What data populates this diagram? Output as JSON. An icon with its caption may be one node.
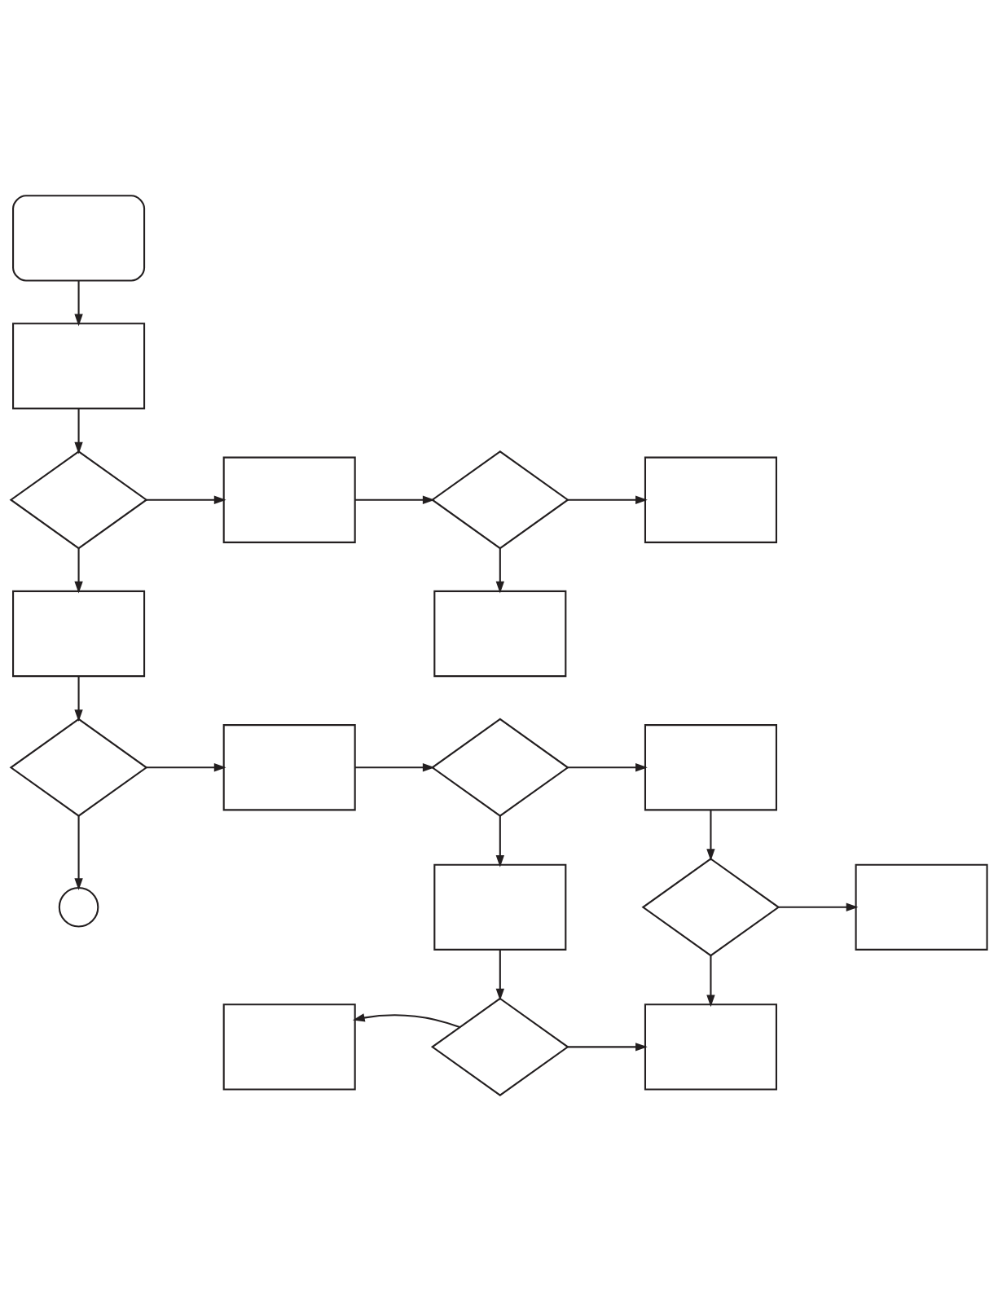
{
  "diagram": {
    "nodes": [
      {
        "text": [],
        "shape": "rounded"
      },
      {
        "text": [],
        "shape": "box"
      },
      {
        "text": [],
        "shape": "diamond"
      },
      {
        "text": [],
        "shape": "box"
      },
      {
        "text": [],
        "shape": "diamond"
      },
      {
        "text": [],
        "shape": "box"
      },
      {
        "text": [],
        "shape": "box"
      },
      {
        "text": [],
        "shape": "box"
      },
      {
        "text": [],
        "shape": "diamond"
      },
      {
        "text": [],
        "shape": "box"
      },
      {
        "text": [],
        "shape": "diamond"
      },
      {
        "text": [],
        "shape": "box"
      },
      {
        "text": [],
        "shape": "circle"
      },
      {
        "text": [],
        "shape": "box"
      },
      {
        "text": [],
        "shape": "diamond"
      },
      {
        "text": [],
        "shape": "box"
      },
      {
        "text": [],
        "shape": "box"
      },
      {
        "text": [],
        "shape": "diamond"
      },
      {
        "text": [],
        "shape": "box"
      }
    ],
    "edges": [
      {
        "from": 0,
        "to": 1,
        "arrow": "to"
      },
      {
        "from": 1,
        "to": 2,
        "arrow": "to"
      },
      {
        "from": 2,
        "to": 3,
        "arrow": "to"
      },
      {
        "from": 2,
        "to": 6,
        "arrow": "to"
      },
      {
        "from": 3,
        "to": 4,
        "arrow": "to"
      },
      {
        "from": 4,
        "to": 5,
        "arrow": "to"
      },
      {
        "from": 4,
        "to": 7,
        "arrow": "to"
      },
      {
        "from": 6,
        "to": 8,
        "arrow": "to"
      },
      {
        "from": 8,
        "to": 9,
        "arrow": "to"
      },
      {
        "from": 8,
        "to": 12,
        "arrow": "to"
      },
      {
        "from": 9,
        "to": 10,
        "arrow": "to"
      },
      {
        "from": 10,
        "to": 11,
        "arrow": "to"
      },
      {
        "from": 10,
        "to": 13,
        "arrow": "to"
      },
      {
        "from": 11,
        "to": 14,
        "arrow": "to"
      },
      {
        "from": 13,
        "to": 17,
        "arrow": "to"
      },
      {
        "from": 14,
        "to": 15,
        "arrow": "to"
      },
      {
        "from": 14,
        "to": 18,
        "arrow": "to"
      },
      {
        "from": 17,
        "to": 16,
        "arrow": "to"
      },
      {
        "from": 17,
        "to": 18,
        "arrow": "to"
      }
    ]
  }
}
